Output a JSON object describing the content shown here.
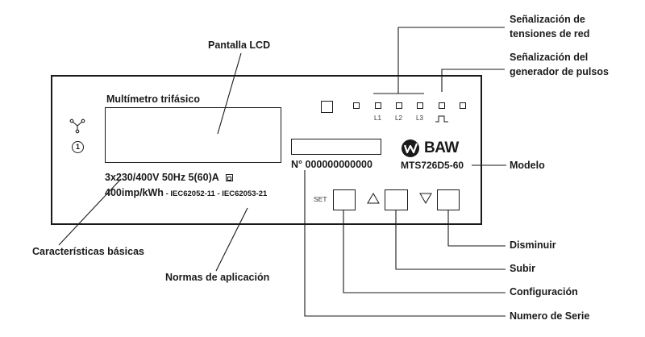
{
  "callouts": {
    "lcd": "Pantalla LCD",
    "red_1": "Señalización de",
    "red_2": "tensiones de red",
    "pulsos_1": "Señalización del",
    "pulsos_2": "generador de pulsos",
    "modelo": "Modelo",
    "disminuir": "Disminuir",
    "subir": "Subir",
    "configuracion": "Configuración",
    "serie": "Numero de Serie",
    "caracteristicas": "Características básicas",
    "normas": "Normas de aplicación"
  },
  "meter": {
    "title": "Multímetro trifásico",
    "phase_labels": [
      "L1",
      "L2",
      "L3"
    ],
    "serial": "N° 000000000000",
    "brand": "BAW",
    "model": "MTS726D5-60",
    "set_label": "SET",
    "spec_line1": "3x230/400V 50Hz  5(60)A",
    "spec_line2_main": "400imp/kWh",
    "spec_line2_norms": " - IEC62052-11 - IEC62053-21",
    "class_number": "1"
  },
  "icons": [
    "three-phase-symbol-icon",
    "pulse-wave-icon",
    "baw-logo-icon",
    "triangle-up-icon",
    "triangle-down-icon",
    "double-insulation-icon"
  ]
}
